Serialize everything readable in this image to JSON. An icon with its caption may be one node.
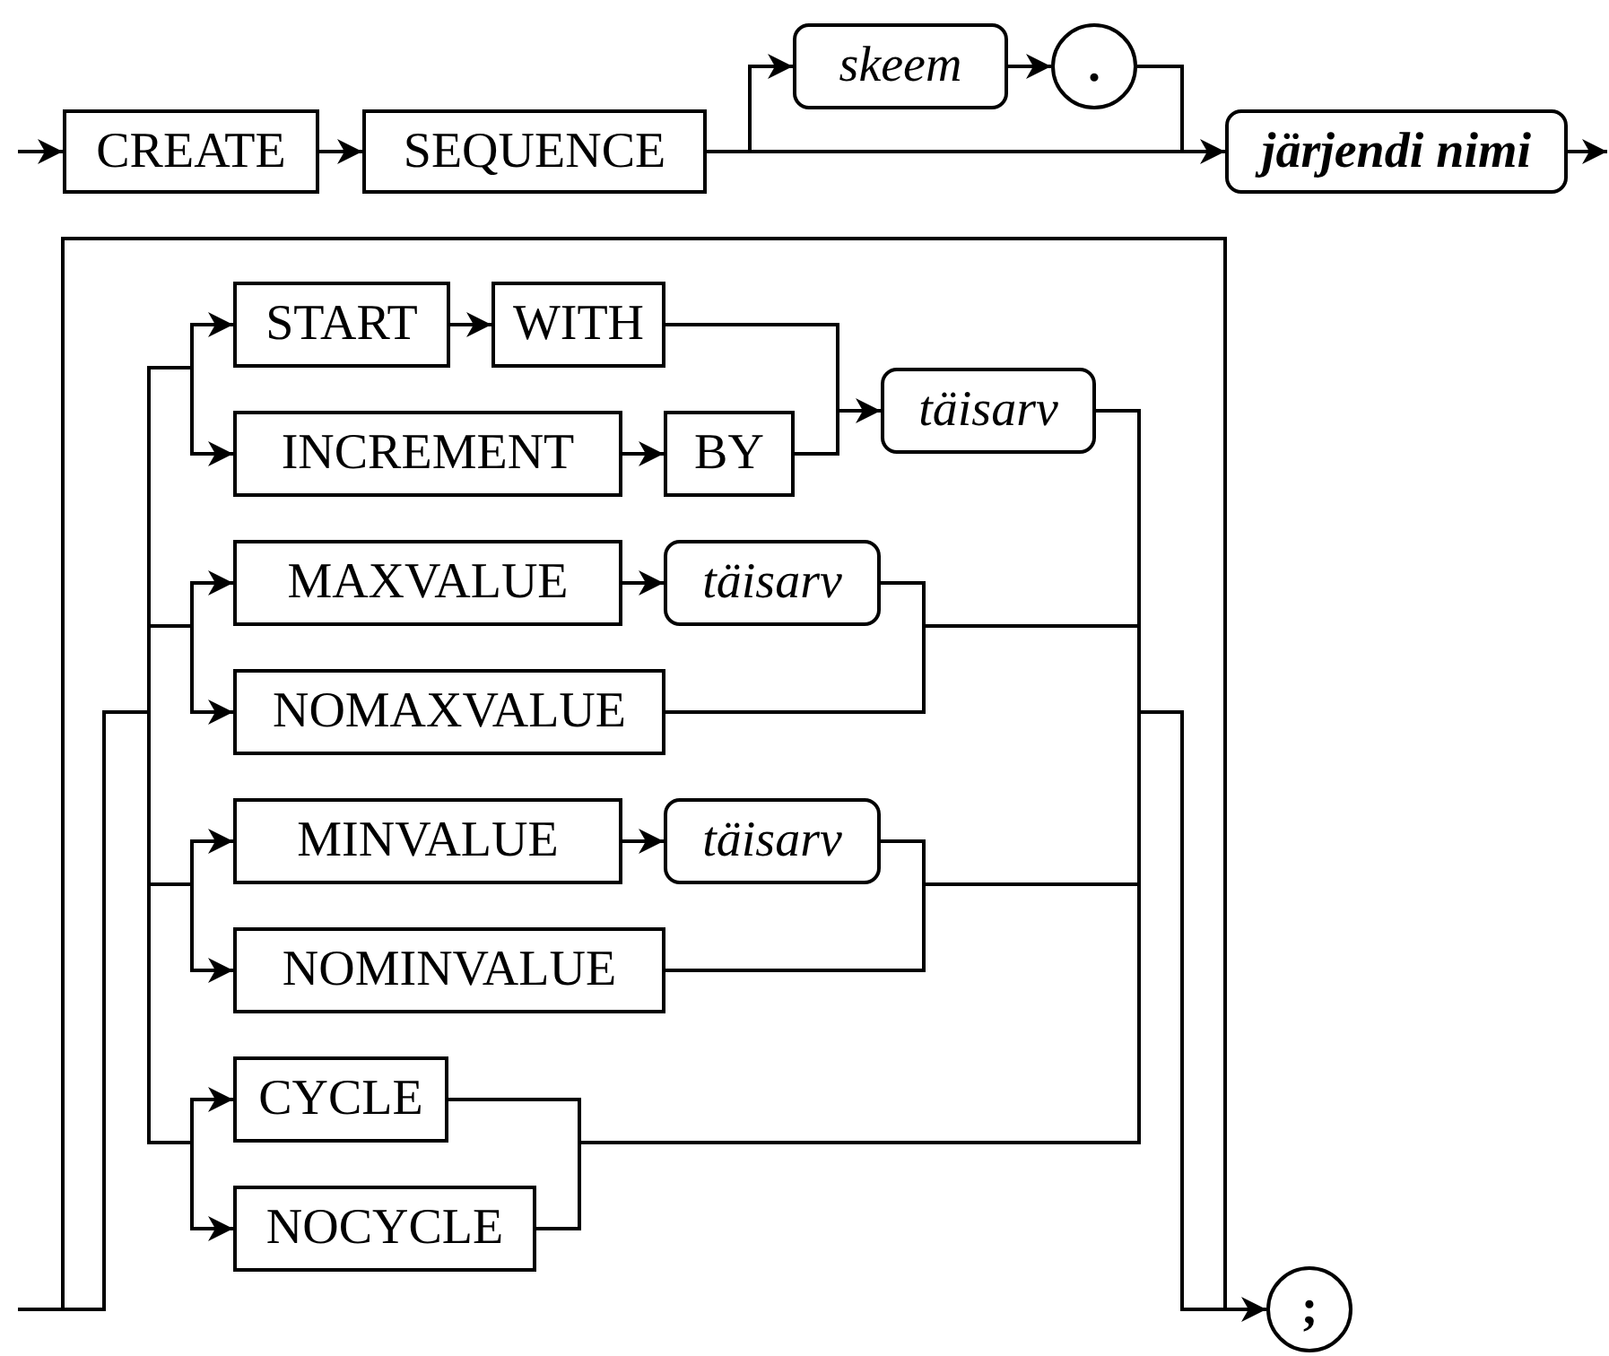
{
  "diagram": {
    "nodes": [
      {
        "text": [
          "CREATE"
        ]
      },
      {
        "text": [
          "SEQUENCE"
        ]
      },
      {
        "text": [
          "skeem"
        ]
      },
      {
        "text": [
          "."
        ]
      },
      {
        "text": [
          "järjendi nimi"
        ]
      },
      {
        "text": [
          "START"
        ]
      },
      {
        "text": [
          "WITH"
        ]
      },
      {
        "text": [
          "INCREMENT"
        ]
      },
      {
        "text": [
          "BY"
        ]
      },
      {
        "text": [
          "täisarv"
        ]
      },
      {
        "text": [
          "MAXVALUE"
        ]
      },
      {
        "text": [
          "täisarv"
        ]
      },
      {
        "text": [
          "NOMAXVALUE"
        ]
      },
      {
        "text": [
          "MINVALUE"
        ]
      },
      {
        "text": [
          "täisarv"
        ]
      },
      {
        "text": [
          "NOMINVALUE"
        ]
      },
      {
        "text": [
          "CYCLE"
        ]
      },
      {
        "text": [
          "NOCYCLE"
        ]
      },
      {
        "text": [
          ";"
        ]
      }
    ],
    "edges": [
      {
        "from": null,
        "to": 0,
        "arrow": "to"
      },
      {
        "from": 0,
        "to": 1,
        "arrow": "to"
      },
      {
        "from": 1,
        "to": 2,
        "arrow": "to"
      },
      {
        "from": 1,
        "to": 4,
        "arrow": "to"
      },
      {
        "from": 2,
        "to": 3,
        "arrow": "to"
      },
      {
        "from": 3,
        "to": 4,
        "arrow": "to"
      },
      {
        "from": 4,
        "to": null,
        "arrow": "to"
      },
      {
        "from": null,
        "to": 18,
        "arrow": "to"
      },
      {
        "from": null,
        "to": 5,
        "arrow": "to"
      },
      {
        "from": null,
        "to": 7,
        "arrow": "to"
      },
      {
        "from": null,
        "to": 10,
        "arrow": "to"
      },
      {
        "from": null,
        "to": 12,
        "arrow": "to"
      },
      {
        "from": null,
        "to": 13,
        "arrow": "to"
      },
      {
        "from": null,
        "to": 15,
        "arrow": "to"
      },
      {
        "from": null,
        "to": 16,
        "arrow": "to"
      },
      {
        "from": null,
        "to": 17,
        "arrow": "to"
      },
      {
        "from": 5,
        "to": 6,
        "arrow": "to"
      },
      {
        "from": 7,
        "to": 8,
        "arrow": "to"
      },
      {
        "from": 6,
        "to": 9,
        "arrow": "to"
      },
      {
        "from": 8,
        "to": 9,
        "arrow": "to"
      },
      {
        "from": 10,
        "to": 11,
        "arrow": "to"
      },
      {
        "from": 13,
        "to": 14,
        "arrow": "to"
      },
      {
        "from": 9,
        "to": 18,
        "arrow": "to"
      },
      {
        "from": 11,
        "to": 18,
        "arrow": "to"
      },
      {
        "from": 12,
        "to": 18,
        "arrow": "to"
      },
      {
        "from": 14,
        "to": 18,
        "arrow": "to"
      },
      {
        "from": 15,
        "to": 18,
        "arrow": "to"
      },
      {
        "from": 16,
        "to": 18,
        "arrow": "to"
      },
      {
        "from": 17,
        "to": 18,
        "arrow": "to"
      },
      {
        "from": 9,
        "to": 5,
        "arrow": "to"
      },
      {
        "from": 9,
        "to": 7,
        "arrow": "to"
      },
      {
        "from": 9,
        "to": 10,
        "arrow": "to"
      },
      {
        "from": 9,
        "to": 12,
        "arrow": "to"
      },
      {
        "from": 9,
        "to": 13,
        "arrow": "to"
      },
      {
        "from": 9,
        "to": 15,
        "arrow": "to"
      },
      {
        "from": 9,
        "to": 16,
        "arrow": "to"
      },
      {
        "from": 9,
        "to": 17,
        "arrow": "to"
      },
      {
        "from": 11,
        "to": 5,
        "arrow": "to"
      },
      {
        "from": 11,
        "to": 7,
        "arrow": "to"
      },
      {
        "from": 11,
        "to": 10,
        "arrow": "to"
      },
      {
        "from": 11,
        "to": 12,
        "arrow": "to"
      },
      {
        "from": 11,
        "to": 13,
        "arrow": "to"
      },
      {
        "from": 11,
        "to": 15,
        "arrow": "to"
      },
      {
        "from": 11,
        "to": 16,
        "arrow": "to"
      },
      {
        "from": 11,
        "to": 17,
        "arrow": "to"
      },
      {
        "from": 12,
        "to": 5,
        "arrow": "to"
      },
      {
        "from": 12,
        "to": 7,
        "arrow": "to"
      },
      {
        "from": 12,
        "to": 10,
        "arrow": "to"
      },
      {
        "from": 12,
        "to": 12,
        "arrow": "to"
      },
      {
        "from": 12,
        "to": 13,
        "arrow": "to"
      },
      {
        "from": 12,
        "to": 15,
        "arrow": "to"
      },
      {
        "from": 12,
        "to": 16,
        "arrow": "to"
      },
      {
        "from": 12,
        "to": 17,
        "arrow": "to"
      },
      {
        "from": 14,
        "to": 5,
        "arrow": "to"
      },
      {
        "from": 14,
        "to": 7,
        "arrow": "to"
      },
      {
        "from": 14,
        "to": 10,
        "arrow": "to"
      },
      {
        "from": 14,
        "to": 12,
        "arrow": "to"
      },
      {
        "from": 14,
        "to": 13,
        "arrow": "to"
      },
      {
        "from": 14,
        "to": 15,
        "arrow": "to"
      },
      {
        "from": 14,
        "to": 16,
        "arrow": "to"
      },
      {
        "from": 14,
        "to": 17,
        "arrow": "to"
      },
      {
        "from": 15,
        "to": 5,
        "arrow": "to"
      },
      {
        "from": 15,
        "to": 7,
        "arrow": "to"
      },
      {
        "from": 15,
        "to": 10,
        "arrow": "to"
      },
      {
        "from": 15,
        "to": 13,
        "arrow": "to"
      },
      {
        "from": 15,
        "to": 15,
        "arrow": "to"
      },
      {
        "from": 15,
        "to": 16,
        "arrow": "to"
      },
      {
        "from": 15,
        "to": 17,
        "arrow": "to"
      },
      {
        "from": 16,
        "to": 5,
        "arrow": "to"
      },
      {
        "from": 16,
        "to": 7,
        "arrow": "to"
      },
      {
        "from": 16,
        "to": 10,
        "arrow": "to"
      },
      {
        "from": 16,
        "to": 13,
        "arrow": "to"
      },
      {
        "from": 16,
        "to": 16,
        "arrow": "to"
      },
      {
        "from": 16,
        "to": 17,
        "arrow": "to"
      },
      {
        "from": 17,
        "to": 5,
        "arrow": "to"
      },
      {
        "from": 17,
        "to": 7,
        "arrow": "to"
      },
      {
        "from": 17,
        "to": 10,
        "arrow": "to"
      },
      {
        "from": 17,
        "to": 13,
        "arrow": "to"
      },
      {
        "from": 17,
        "to": 17,
        "arrow": "to"
      }
    ]
  }
}
